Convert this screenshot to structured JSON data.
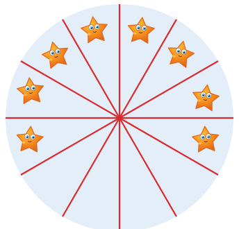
{
  "colors": {
    "background": "#ffffff",
    "disc": "#e4eef9",
    "divider": "#d92a2e",
    "star_light": "#ffbf38",
    "star_mid": "#f7901e",
    "star_dark": "#e0651a",
    "eye_white": "#ffffff",
    "eye_iris": "#4aa6dd",
    "eye_pupil": "#1b2a3a",
    "mouth": "#5a2a10"
  },
  "picture": {
    "shape": "circle",
    "sectors_total": 12,
    "sectors_with_star": 8,
    "sectors_empty": 4,
    "icon_names": {
      "disc": "circle-icon",
      "line": "divider-line",
      "star": "star-face-icon"
    }
  }
}
